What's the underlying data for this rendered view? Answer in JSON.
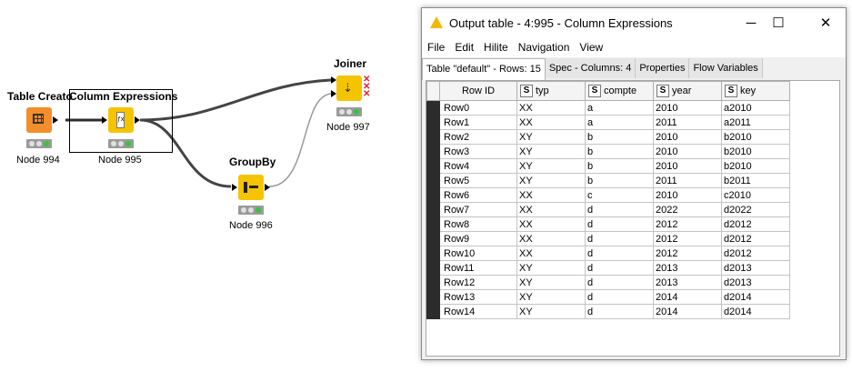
{
  "workflow": {
    "nodes": [
      {
        "title": "Table Creato",
        "label": "Node 994"
      },
      {
        "title": "Column Expressions",
        "label": "Node 995"
      },
      {
        "title": "GroupBy",
        "label": "Node 996"
      },
      {
        "title": "Joiner",
        "label": "Node 997"
      }
    ],
    "icons": {
      "table_creator": "table-grid-icon",
      "column_expressions": "expression-icon",
      "groupby": "groupby-icon",
      "joiner": "joiner-icon"
    },
    "colors": {
      "table_creator": "#f28e2b",
      "node_yellow": "#f5c400",
      "status_green": "#35c43a",
      "status_bg": "#9a9a9a"
    }
  },
  "window": {
    "title": "Output table - 4:995 - Column Expressions",
    "menu": [
      "File",
      "Edit",
      "Hilite",
      "Navigation",
      "View"
    ],
    "tabs": [
      "Table \"default\" - Rows: 15",
      "Spec - Columns: 4",
      "Properties",
      "Flow Variables"
    ]
  },
  "table": {
    "row_id_header": "Row ID",
    "columns": [
      {
        "type": "S",
        "name": "typ"
      },
      {
        "type": "S",
        "name": "compte"
      },
      {
        "type": "S",
        "name": "year"
      },
      {
        "type": "S",
        "name": "key"
      }
    ],
    "rows": [
      [
        "Row0",
        "XX",
        "a",
        "2010",
        "a2010"
      ],
      [
        "Row1",
        "XX",
        "a",
        "2011",
        "a2011"
      ],
      [
        "Row2",
        "XY",
        "b",
        "2010",
        "b2010"
      ],
      [
        "Row3",
        "XY",
        "b",
        "2010",
        "b2010"
      ],
      [
        "Row4",
        "XY",
        "b",
        "2010",
        "b2010"
      ],
      [
        "Row5",
        "XY",
        "b",
        "2011",
        "b2011"
      ],
      [
        "Row6",
        "XX",
        "c",
        "2010",
        "c2010"
      ],
      [
        "Row7",
        "XX",
        "d",
        "2022",
        "d2022"
      ],
      [
        "Row8",
        "XX",
        "d",
        "2012",
        "d2012"
      ],
      [
        "Row9",
        "XX",
        "d",
        "2012",
        "d2012"
      ],
      [
        "Row10",
        "XX",
        "d",
        "2012",
        "d2012"
      ],
      [
        "Row11",
        "XY",
        "d",
        "2013",
        "d2013"
      ],
      [
        "Row12",
        "XY",
        "d",
        "2013",
        "d2013"
      ],
      [
        "Row13",
        "XY",
        "d",
        "2014",
        "d2014"
      ],
      [
        "Row14",
        "XY",
        "d",
        "2014",
        "d2014"
      ]
    ]
  }
}
